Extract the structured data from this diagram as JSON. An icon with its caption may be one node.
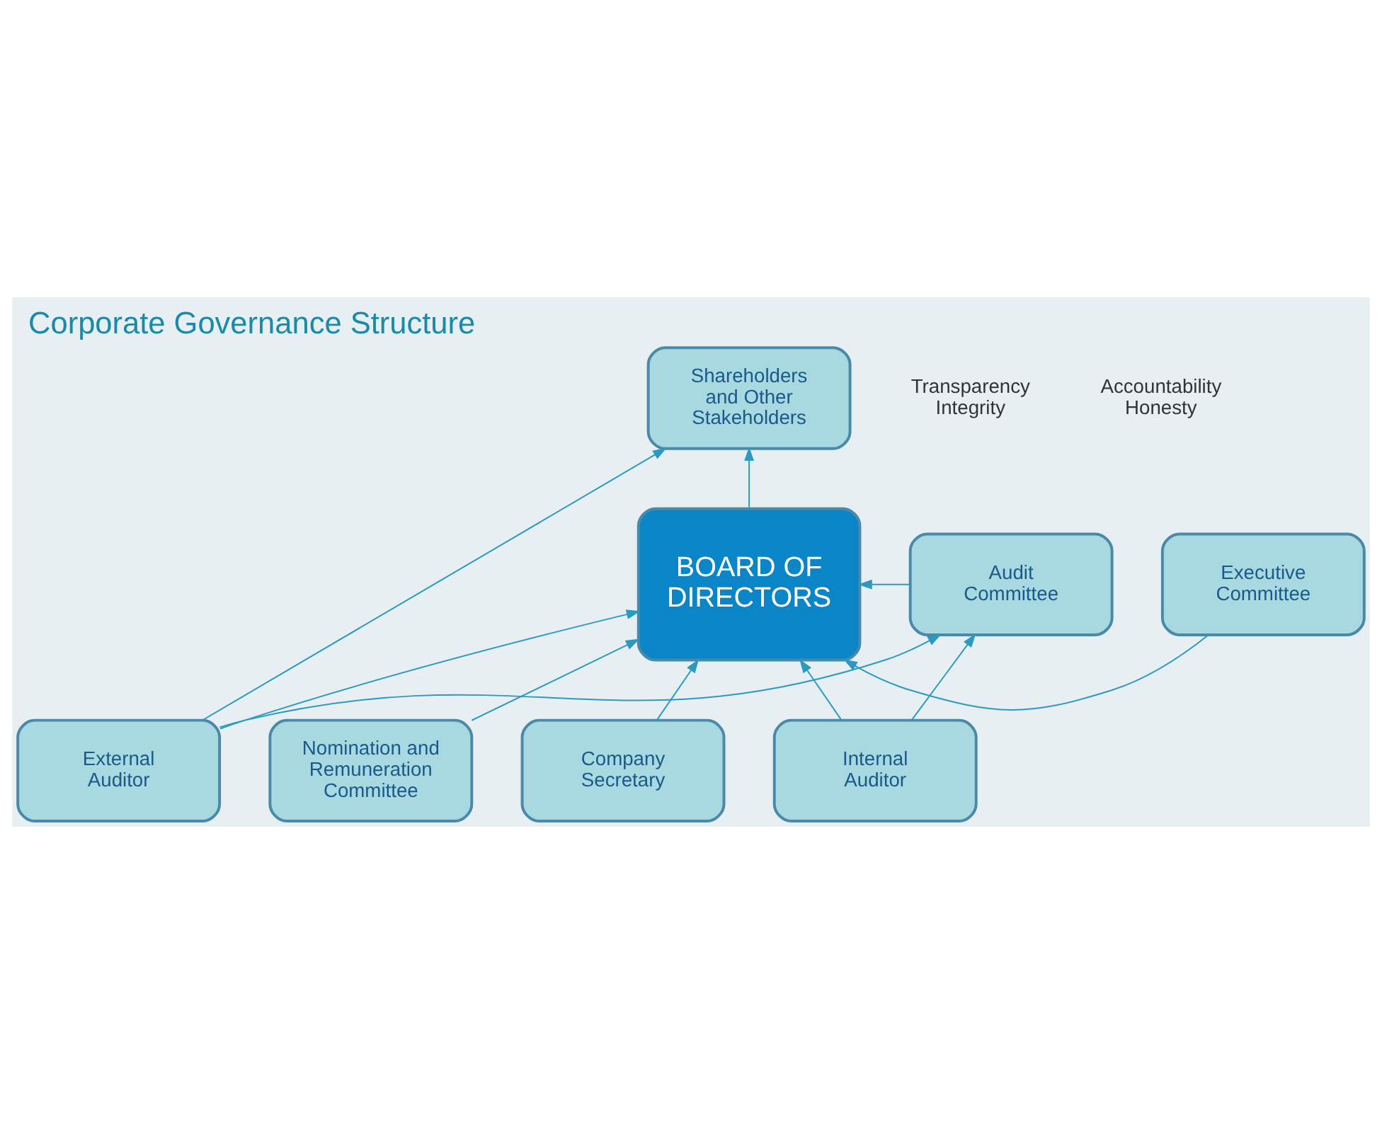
{
  "diagram": {
    "title": "Corporate Governance Structure",
    "nodes": [
      {
        "text": [
          "Shareholders and Other Stakeholders"
        ]
      },
      {
        "text": [
          "Nomination and Remuneration Committee"
        ]
      },
      {
        "text": [
          "External Auditor"
        ]
      },
      {
        "text": [
          "BOARD OF DIRECTORS"
        ]
      },
      {
        "text": [
          "Executive Committee"
        ]
      },
      {
        "text": [
          "Audit Committee"
        ]
      },
      {
        "text": [
          "Company Secretary"
        ]
      },
      {
        "text": [
          "Internal Auditor"
        ]
      }
    ],
    "edges": [
      {
        "from": 3,
        "to": 0,
        "arrow": "to"
      },
      {
        "from": 2,
        "to": 0,
        "arrow": "to"
      },
      {
        "from": 1,
        "to": 3,
        "arrow": "to"
      },
      {
        "from": 2,
        "to": 3,
        "arrow": "to"
      },
      {
        "from": 2,
        "to": 5,
        "arrow": "to"
      },
      {
        "from": 4,
        "to": 3,
        "arrow": "to"
      },
      {
        "from": 5,
        "to": 3,
        "arrow": "to"
      },
      {
        "from": 6,
        "to": 3,
        "arrow": "to"
      },
      {
        "from": 7,
        "to": 3,
        "arrow": "to"
      },
      {
        "from": 7,
        "to": 5,
        "arrow": "to"
      }
    ],
    "labels": [
      "Transparency Integrity",
      "Accountability Honesty"
    ]
  }
}
